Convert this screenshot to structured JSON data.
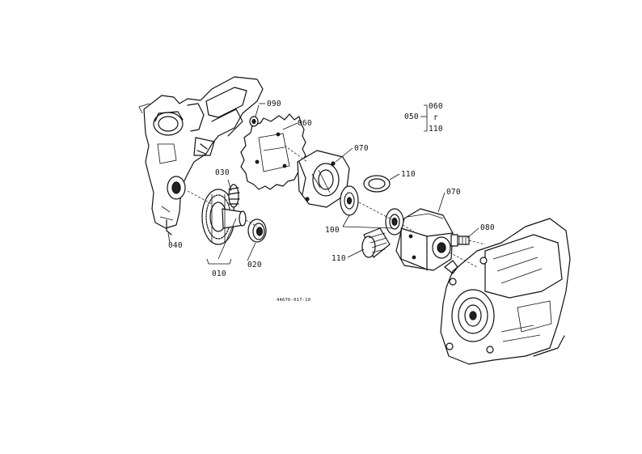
{
  "callouts": {
    "c010": "010",
    "c020": "020",
    "c030": "030",
    "c040": "040",
    "c050": "050",
    "c060": "060",
    "c070a": "070",
    "c070b": "070",
    "c080": "080",
    "c090": "090",
    "c100": "100",
    "c110a": "110",
    "c110b": "110",
    "c060_leg": "060",
    "c110_leg": "110",
    "leg_sep": "r"
  },
  "figure_code": "44676-017-10"
}
